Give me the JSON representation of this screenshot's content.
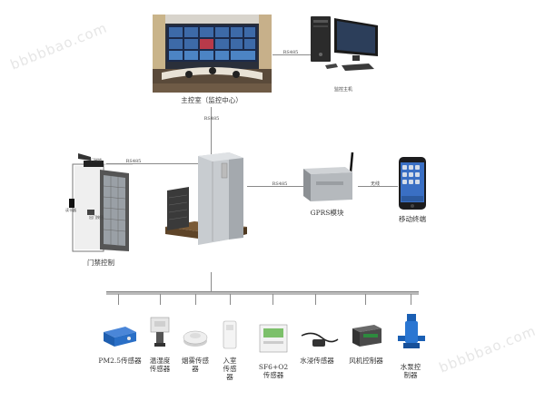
{
  "watermark": "bbbbbao.com",
  "control_room": {
    "label": "主控室（监控中心）",
    "host_label": "监控主机",
    "link_to_host": "RS485",
    "link_down": "RS485"
  },
  "door_control": {
    "label": "门禁控制",
    "link": "RS485",
    "reader_label": "读卡器",
    "lock_label": "门磁锁",
    "button_label": "出门按钮"
  },
  "cabinet": {
    "link_to_gprs": "RS485"
  },
  "gprs": {
    "label": "GPRS模块",
    "link_to_mobile": "无线"
  },
  "mobile": {
    "label": "移动终端"
  },
  "sensors": [
    {
      "label": "PM2.5传感器"
    },
    {
      "label": "温湿度\n传感器"
    },
    {
      "label": "烟雾传感\n器"
    },
    {
      "label": "入室\n传感\n器"
    },
    {
      "label": "SF6+O2\n传感器"
    },
    {
      "label": "水浸传感器"
    },
    {
      "label": "风机控制器"
    },
    {
      "label": "水泵控\n制器"
    }
  ]
}
